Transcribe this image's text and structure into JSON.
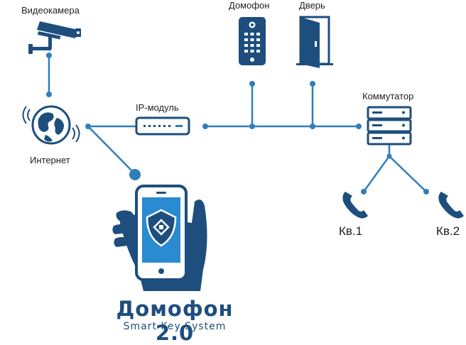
{
  "labels": {
    "camera": "Видеокамера",
    "internet": "Интернет",
    "ip_module": "IP-модуль",
    "intercom": "Домофон",
    "door": "Дверь",
    "switch": "Коммутатор",
    "apt1": "Кв.1",
    "apt2": "Кв.2"
  },
  "brand": {
    "title": "Домофон 2.0",
    "subtitle": "Smart Key System"
  },
  "colors": {
    "primary": "#1d4e7e",
    "line": "#2f7fba",
    "accent": "#2a8bd0"
  },
  "icons": [
    "camera-icon",
    "globe-icon",
    "ip-module-icon",
    "intercom-panel-icon",
    "door-icon",
    "switch-icon",
    "phone-icon",
    "smartphone-hand-icon",
    "shield-icon"
  ]
}
